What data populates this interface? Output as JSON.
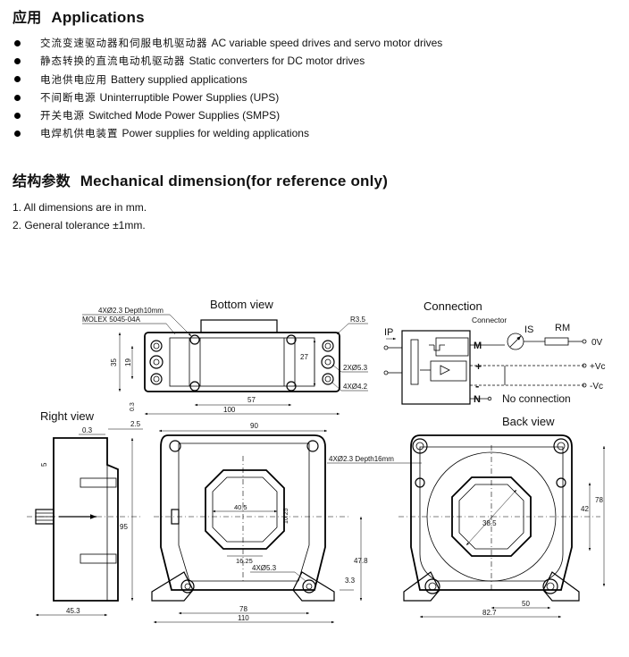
{
  "applications": {
    "heading_cn": "应用",
    "heading_en": "Applications",
    "items": [
      {
        "cn": "交流变速驱动器和伺服电机驱动器",
        "en": "AC variable speed drives and servo motor drives"
      },
      {
        "cn": "静态转换的直流电动机驱动器",
        "en": "Static converters for DC motor drives"
      },
      {
        "cn": "电池供电应用",
        "en": "Battery supplied applications"
      },
      {
        "cn": "不间断电源",
        "en": "Uninterruptible Power Supplies (UPS)"
      },
      {
        "cn": "开关电源",
        "en": "Switched Mode Power Supplies (SMPS)"
      },
      {
        "cn": "电焊机供电装置",
        "en": "Power supplies for welding applications"
      }
    ]
  },
  "mechanical": {
    "heading_cn": "结构参数",
    "heading_en": "Mechanical dimension(for reference only)",
    "notes": [
      "1. All dimensions are in mm.",
      "2. General tolerance  ±1mm."
    ]
  },
  "drawing": {
    "bottom_view": {
      "title": "Bottom view",
      "callout_holes": "4XØ2.3 Depth10mm",
      "callout_molex": "MOLEX 5045-04A",
      "r": "R3.5",
      "h35": "35",
      "h19": "19",
      "h27": "27",
      "w57": "57",
      "w100": "100",
      "holes_2x": "2XØ5.3",
      "holes_4x": "4XØ4.2"
    },
    "connection": {
      "title": "Connection",
      "connector": "Connector",
      "ip": "IP",
      "is": "IS",
      "rm": "RM",
      "pin_m": "M",
      "pin_plus": "+",
      "pin_minus": "-",
      "pin_n": "N",
      "out_0v": "0V",
      "out_pvc": "+Vc",
      "out_mvc": "-Vc",
      "no_conn": "No connection"
    },
    "right_view": {
      "title": "Right view",
      "d03": "0.3",
      "d25": "2.5",
      "d5": "5",
      "d95": "95",
      "d453": "45.3",
      "d03b": "0.3"
    },
    "front_view": {
      "d90": "90",
      "d405": "40.5",
      "d1025": "10.25",
      "d1625": "16.25",
      "holes": "4XØ5.3",
      "d478": "47.8",
      "d33": "3.3",
      "d78": "78",
      "d110": "110"
    },
    "back_view": {
      "title": "Back view",
      "holes": "4XØ2.3 Depth16mm",
      "d385": "38.5",
      "d78": "78",
      "d42": "42",
      "d50": "50",
      "d827": "82.7"
    }
  }
}
